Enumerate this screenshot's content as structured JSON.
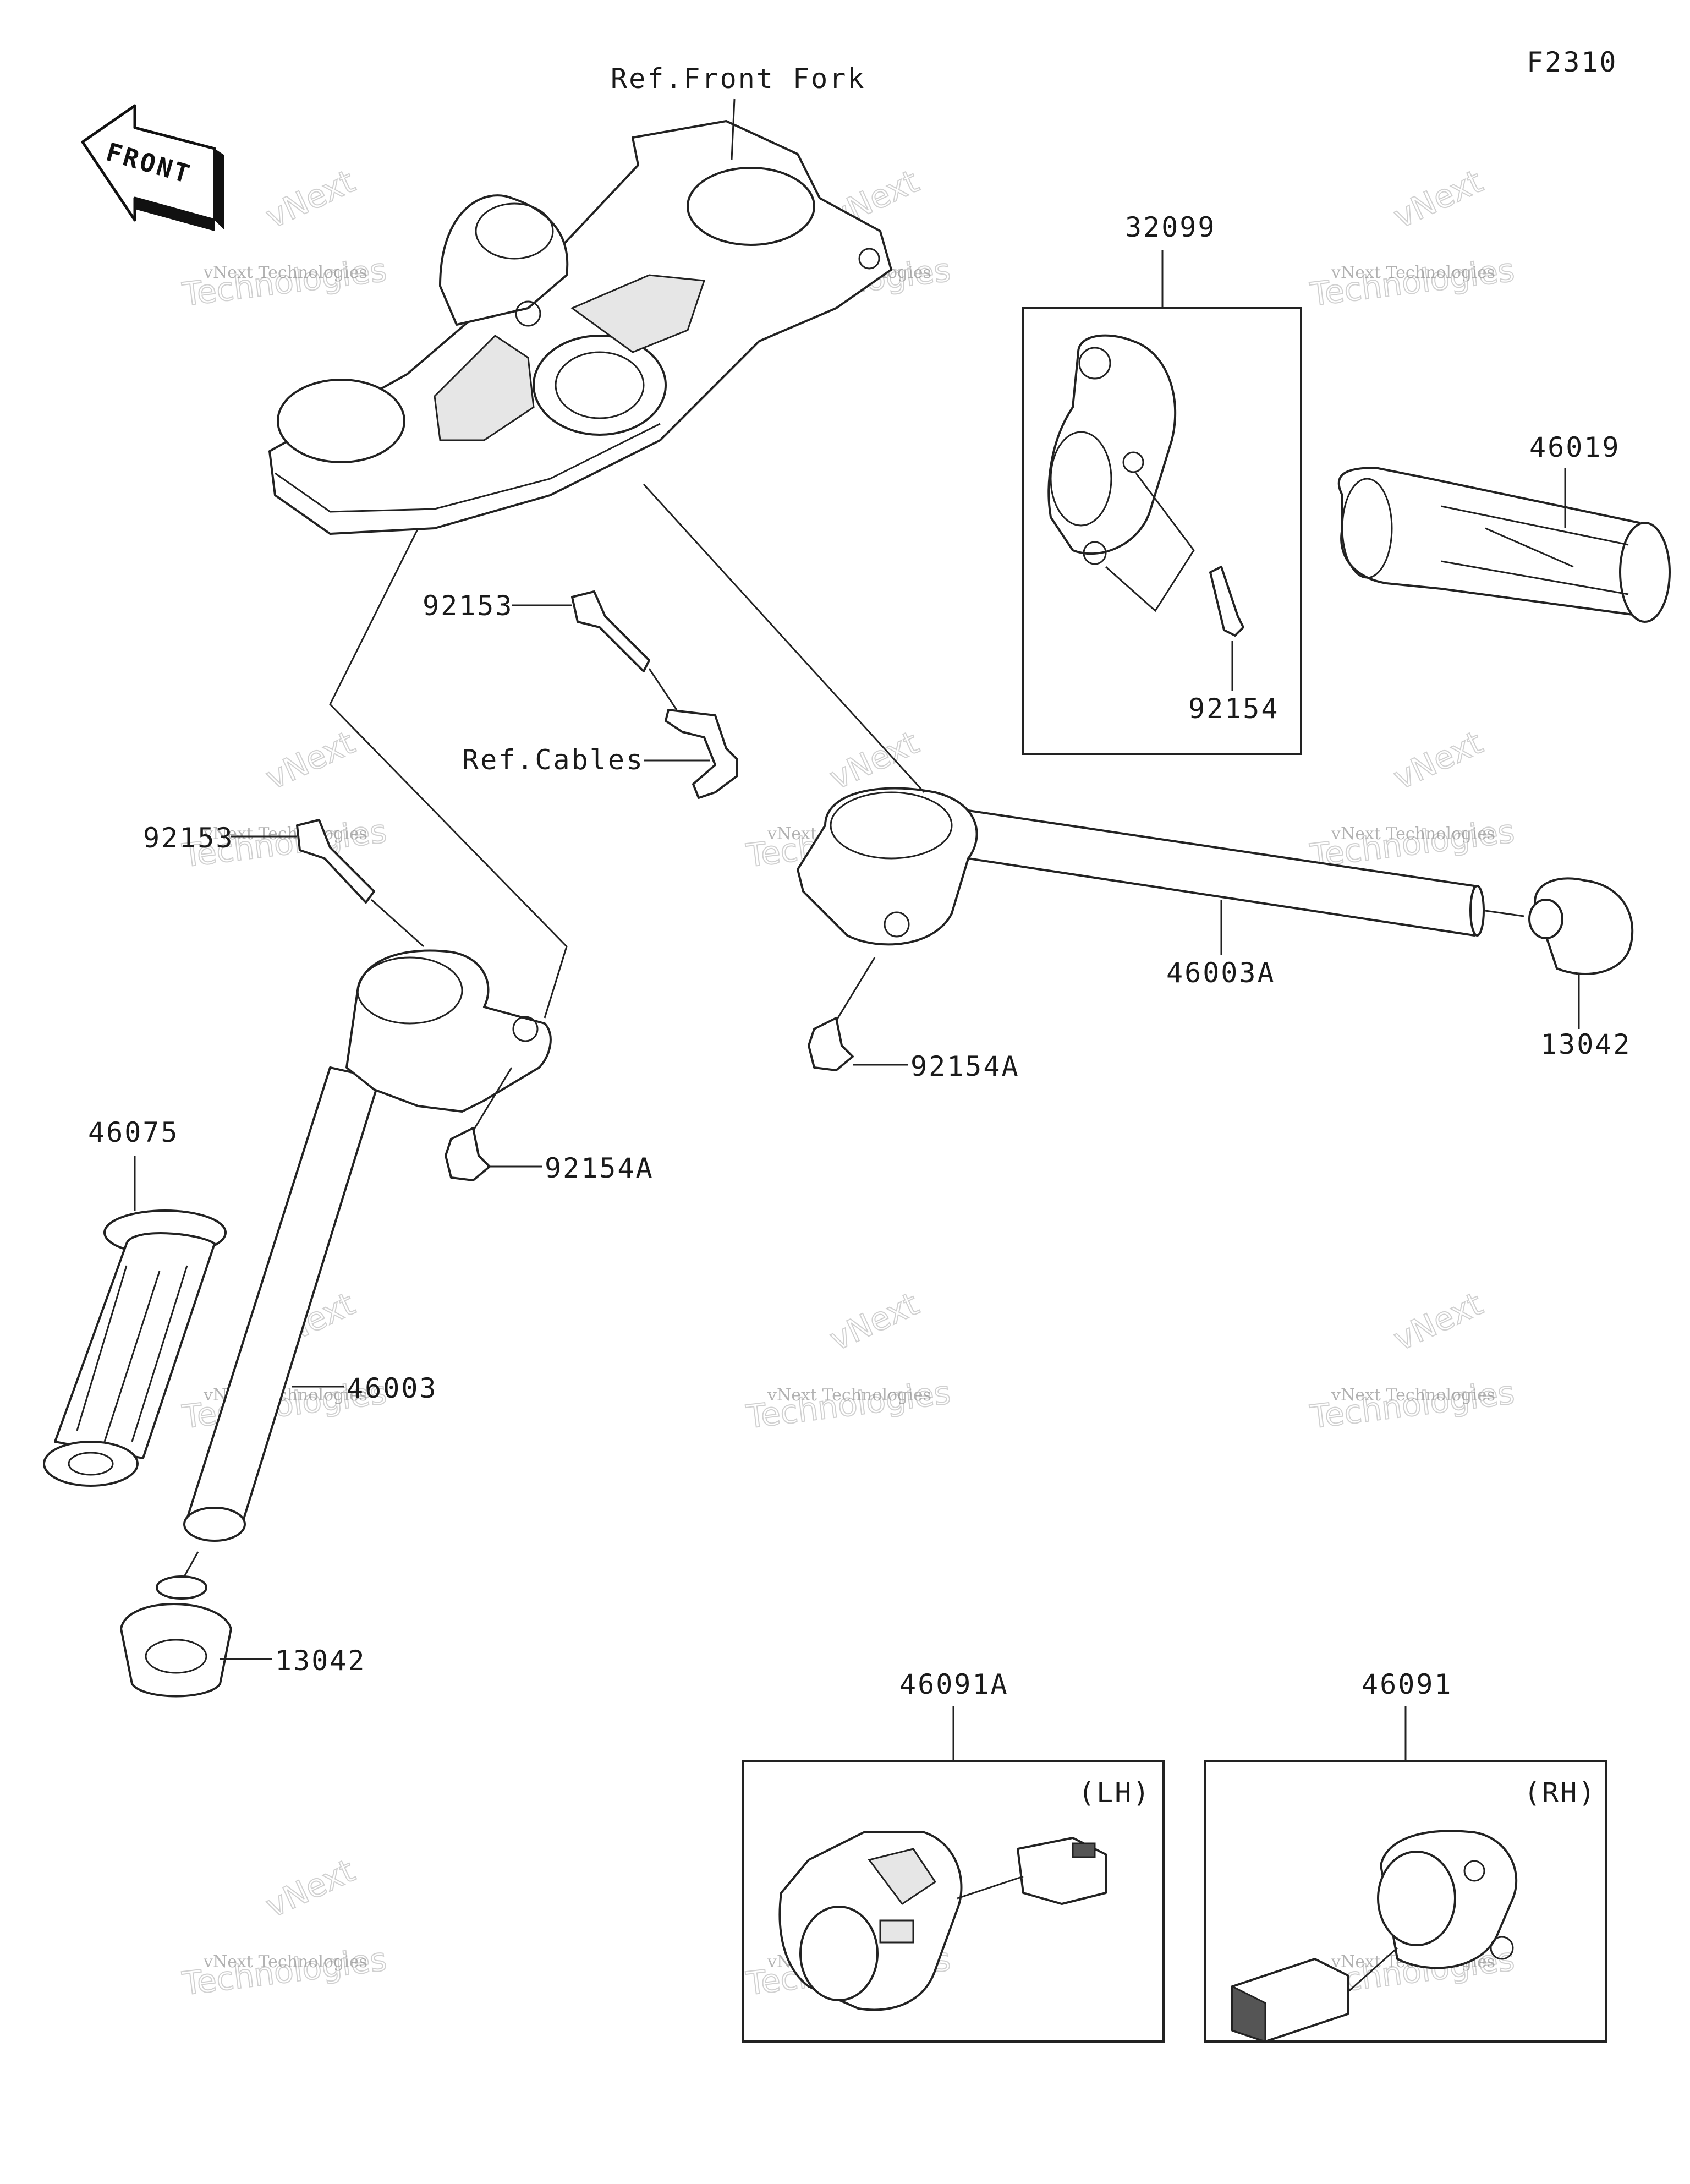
{
  "figure_code": "F2310",
  "front_arrow": {
    "text": "FRONT",
    "icon": "front-direction-arrow-icon"
  },
  "labels": {
    "ref_front_fork": "Ref.Front Fork",
    "ref_cables": "Ref.Cables",
    "p32099": "32099",
    "p46019": "46019",
    "p92153_top": "92153",
    "p92154": "92154",
    "p92153_left": "92153",
    "p46003a": "46003A",
    "p13042_right": "13042",
    "p92154a_right": "92154A",
    "p46075": "46075",
    "p92154a_left": "92154A",
    "p46003": "46003",
    "p13042_left": "13042",
    "p46091a": "46091A",
    "p46091": "46091",
    "lh": "(LH)",
    "rh": "(RH)"
  },
  "watermark": {
    "line1": "vNext Technologies",
    "line2": "vNext Technologies",
    "logo": "vNext"
  }
}
